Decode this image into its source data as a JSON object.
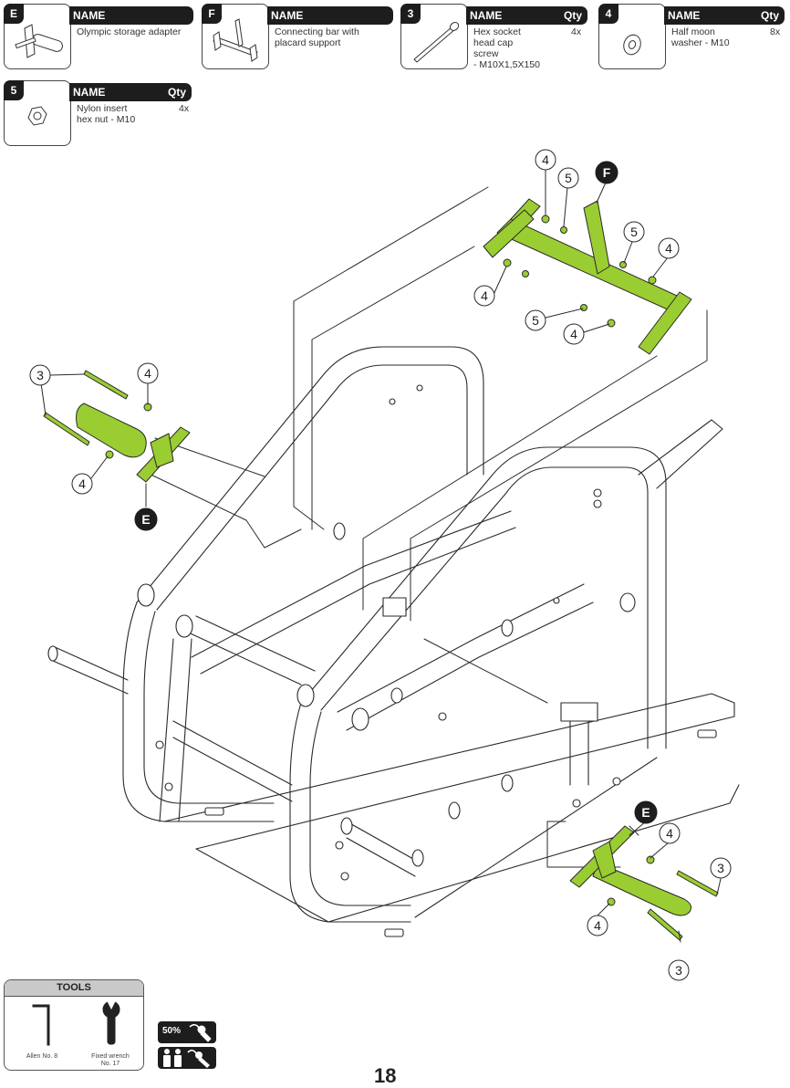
{
  "parts": [
    {
      "id": "E",
      "name_header": "NAME",
      "qty_header": "",
      "description": "Olympic storage adapter",
      "qty": ""
    },
    {
      "id": "F",
      "name_header": "NAME",
      "qty_header": "",
      "description": "Connecting bar with\nplacard support",
      "qty": ""
    },
    {
      "id": "3",
      "name_header": "NAME",
      "qty_header": "Qty",
      "description": "Hex socket\nhead cap\nscrew\n- M10X1,5X150",
      "qty": "4x"
    },
    {
      "id": "4",
      "name_header": "NAME",
      "qty_header": "Qty",
      "description": "Half moon\nwasher - M10",
      "qty": "8x"
    },
    {
      "id": "5",
      "name_header": "NAME",
      "qty_header": "Qty",
      "description": "Nylon insert\nhex nut - M10",
      "qty": "4x"
    }
  ],
  "callouts": {
    "top": [
      "4",
      "5",
      "F",
      "5",
      "4",
      "4",
      "5",
      "4"
    ],
    "left": [
      "3",
      "3",
      "4",
      "4",
      "E"
    ],
    "right": [
      "E",
      "4",
      "3",
      "4",
      "3"
    ]
  },
  "tools": {
    "title": "TOOLS",
    "items": [
      {
        "label": "Allen No. 8",
        "icon": "allen-key-icon"
      },
      {
        "label": "Fixed wrench\nNo. 17",
        "icon": "fixed-wrench-icon"
      }
    ]
  },
  "assembly_badges": [
    {
      "label": "50%",
      "icon": "power-wrench-icon"
    },
    {
      "label": "",
      "icon": "two-people-icon"
    }
  ],
  "page_number": "18",
  "colors": {
    "highlight": "#9acd32",
    "ink": "#1d1d1d",
    "line": "#2a2a2a"
  }
}
